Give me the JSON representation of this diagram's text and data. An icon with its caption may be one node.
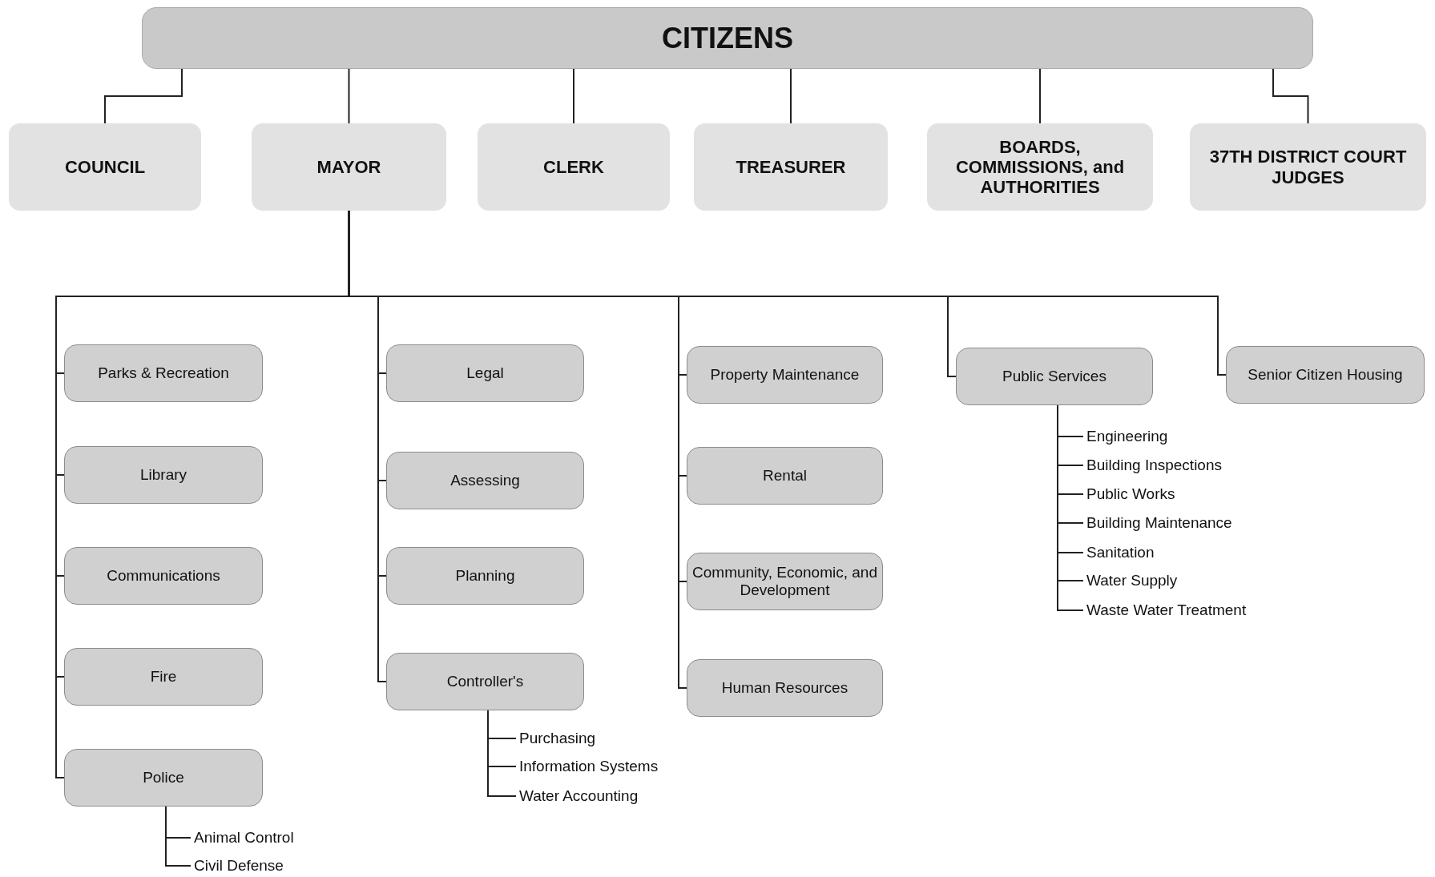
{
  "diagram": {
    "nodes": [
      {
        "text": [
          "CITIZENS"
        ]
      },
      {
        "text": [
          "COUNCIL"
        ]
      },
      {
        "text": [
          "MAYOR"
        ]
      },
      {
        "text": [
          "CLERK"
        ]
      },
      {
        "text": [
          "TREASURER"
        ]
      },
      {
        "text": [
          "BOARDS, COMMISSIONS, and AUTHORITIES"
        ]
      },
      {
        "text": [
          "37TH DISTRICT COURT JUDGES"
        ]
      },
      {
        "text": [
          "Parks & Recreation"
        ]
      },
      {
        "text": [
          "Library"
        ]
      },
      {
        "text": [
          "Communications"
        ]
      },
      {
        "text": [
          "Fire"
        ]
      },
      {
        "text": [
          "Police"
        ]
      },
      {
        "text": [
          "Legal"
        ]
      },
      {
        "text": [
          "Assessing"
        ]
      },
      {
        "text": [
          "Planning"
        ]
      },
      {
        "text": [
          "Controller's"
        ]
      },
      {
        "text": [
          "Property Maintenance"
        ]
      },
      {
        "text": [
          "Rental"
        ]
      },
      {
        "text": [
          "Community, Economic, and Development"
        ]
      },
      {
        "text": [
          "Human Resources"
        ]
      },
      {
        "text": [
          "Public Services"
        ]
      },
      {
        "text": [
          "Senior Citizen Housing"
        ]
      },
      {
        "text": [
          "Animal Control"
        ]
      },
      {
        "text": [
          "Civil Defense"
        ]
      },
      {
        "text": [
          "Purchasing"
        ]
      },
      {
        "text": [
          "Information Systems"
        ]
      },
      {
        "text": [
          "Water Accounting"
        ]
      },
      {
        "text": [
          "Engineering"
        ]
      },
      {
        "text": [
          "Building Inspections"
        ]
      },
      {
        "text": [
          "Public Works"
        ]
      },
      {
        "text": [
          "Building Maintenance"
        ]
      },
      {
        "text": [
          "Sanitation"
        ]
      },
      {
        "text": [
          "Water Supply"
        ]
      },
      {
        "text": [
          "Waste Water Treatment"
        ]
      }
    ],
    "edges": [
      {
        "from": 0,
        "to": 1,
        "arrow": "none"
      },
      {
        "from": 0,
        "to": 2,
        "arrow": "none"
      },
      {
        "from": 0,
        "to": 3,
        "arrow": "none"
      },
      {
        "from": 0,
        "to": 4,
        "arrow": "none"
      },
      {
        "from": 0,
        "to": 5,
        "arrow": "none"
      },
      {
        "from": 0,
        "to": 6,
        "arrow": "none"
      },
      {
        "from": 2,
        "to": 7,
        "arrow": "none"
      },
      {
        "from": 2,
        "to": 8,
        "arrow": "none"
      },
      {
        "from": 2,
        "to": 9,
        "arrow": "none"
      },
      {
        "from": 2,
        "to": 10,
        "arrow": "none"
      },
      {
        "from": 2,
        "to": 11,
        "arrow": "none"
      },
      {
        "from": 2,
        "to": 12,
        "arrow": "none"
      },
      {
        "from": 2,
        "to": 13,
        "arrow": "none"
      },
      {
        "from": 2,
        "to": 14,
        "arrow": "none"
      },
      {
        "from": 2,
        "to": 15,
        "arrow": "none"
      },
      {
        "from": 2,
        "to": 16,
        "arrow": "none"
      },
      {
        "from": 2,
        "to": 17,
        "arrow": "none"
      },
      {
        "from": 2,
        "to": 18,
        "arrow": "none"
      },
      {
        "from": 2,
        "to": 19,
        "arrow": "none"
      },
      {
        "from": 2,
        "to": 20,
        "arrow": "none"
      },
      {
        "from": 2,
        "to": 21,
        "arrow": "none"
      },
      {
        "from": 11,
        "to": 22,
        "arrow": "none"
      },
      {
        "from": 11,
        "to": 23,
        "arrow": "none"
      },
      {
        "from": 15,
        "to": 24,
        "arrow": "none"
      },
      {
        "from": 15,
        "to": 25,
        "arrow": "none"
      },
      {
        "from": 15,
        "to": 26,
        "arrow": "none"
      },
      {
        "from": 20,
        "to": 27,
        "arrow": "none"
      },
      {
        "from": 20,
        "to": 28,
        "arrow": "none"
      },
      {
        "from": 20,
        "to": 29,
        "arrow": "none"
      },
      {
        "from": 20,
        "to": 30,
        "arrow": "none"
      },
      {
        "from": 20,
        "to": 31,
        "arrow": "none"
      },
      {
        "from": 20,
        "to": 32,
        "arrow": "none"
      },
      {
        "from": 20,
        "to": 33,
        "arrow": "none"
      }
    ]
  }
}
